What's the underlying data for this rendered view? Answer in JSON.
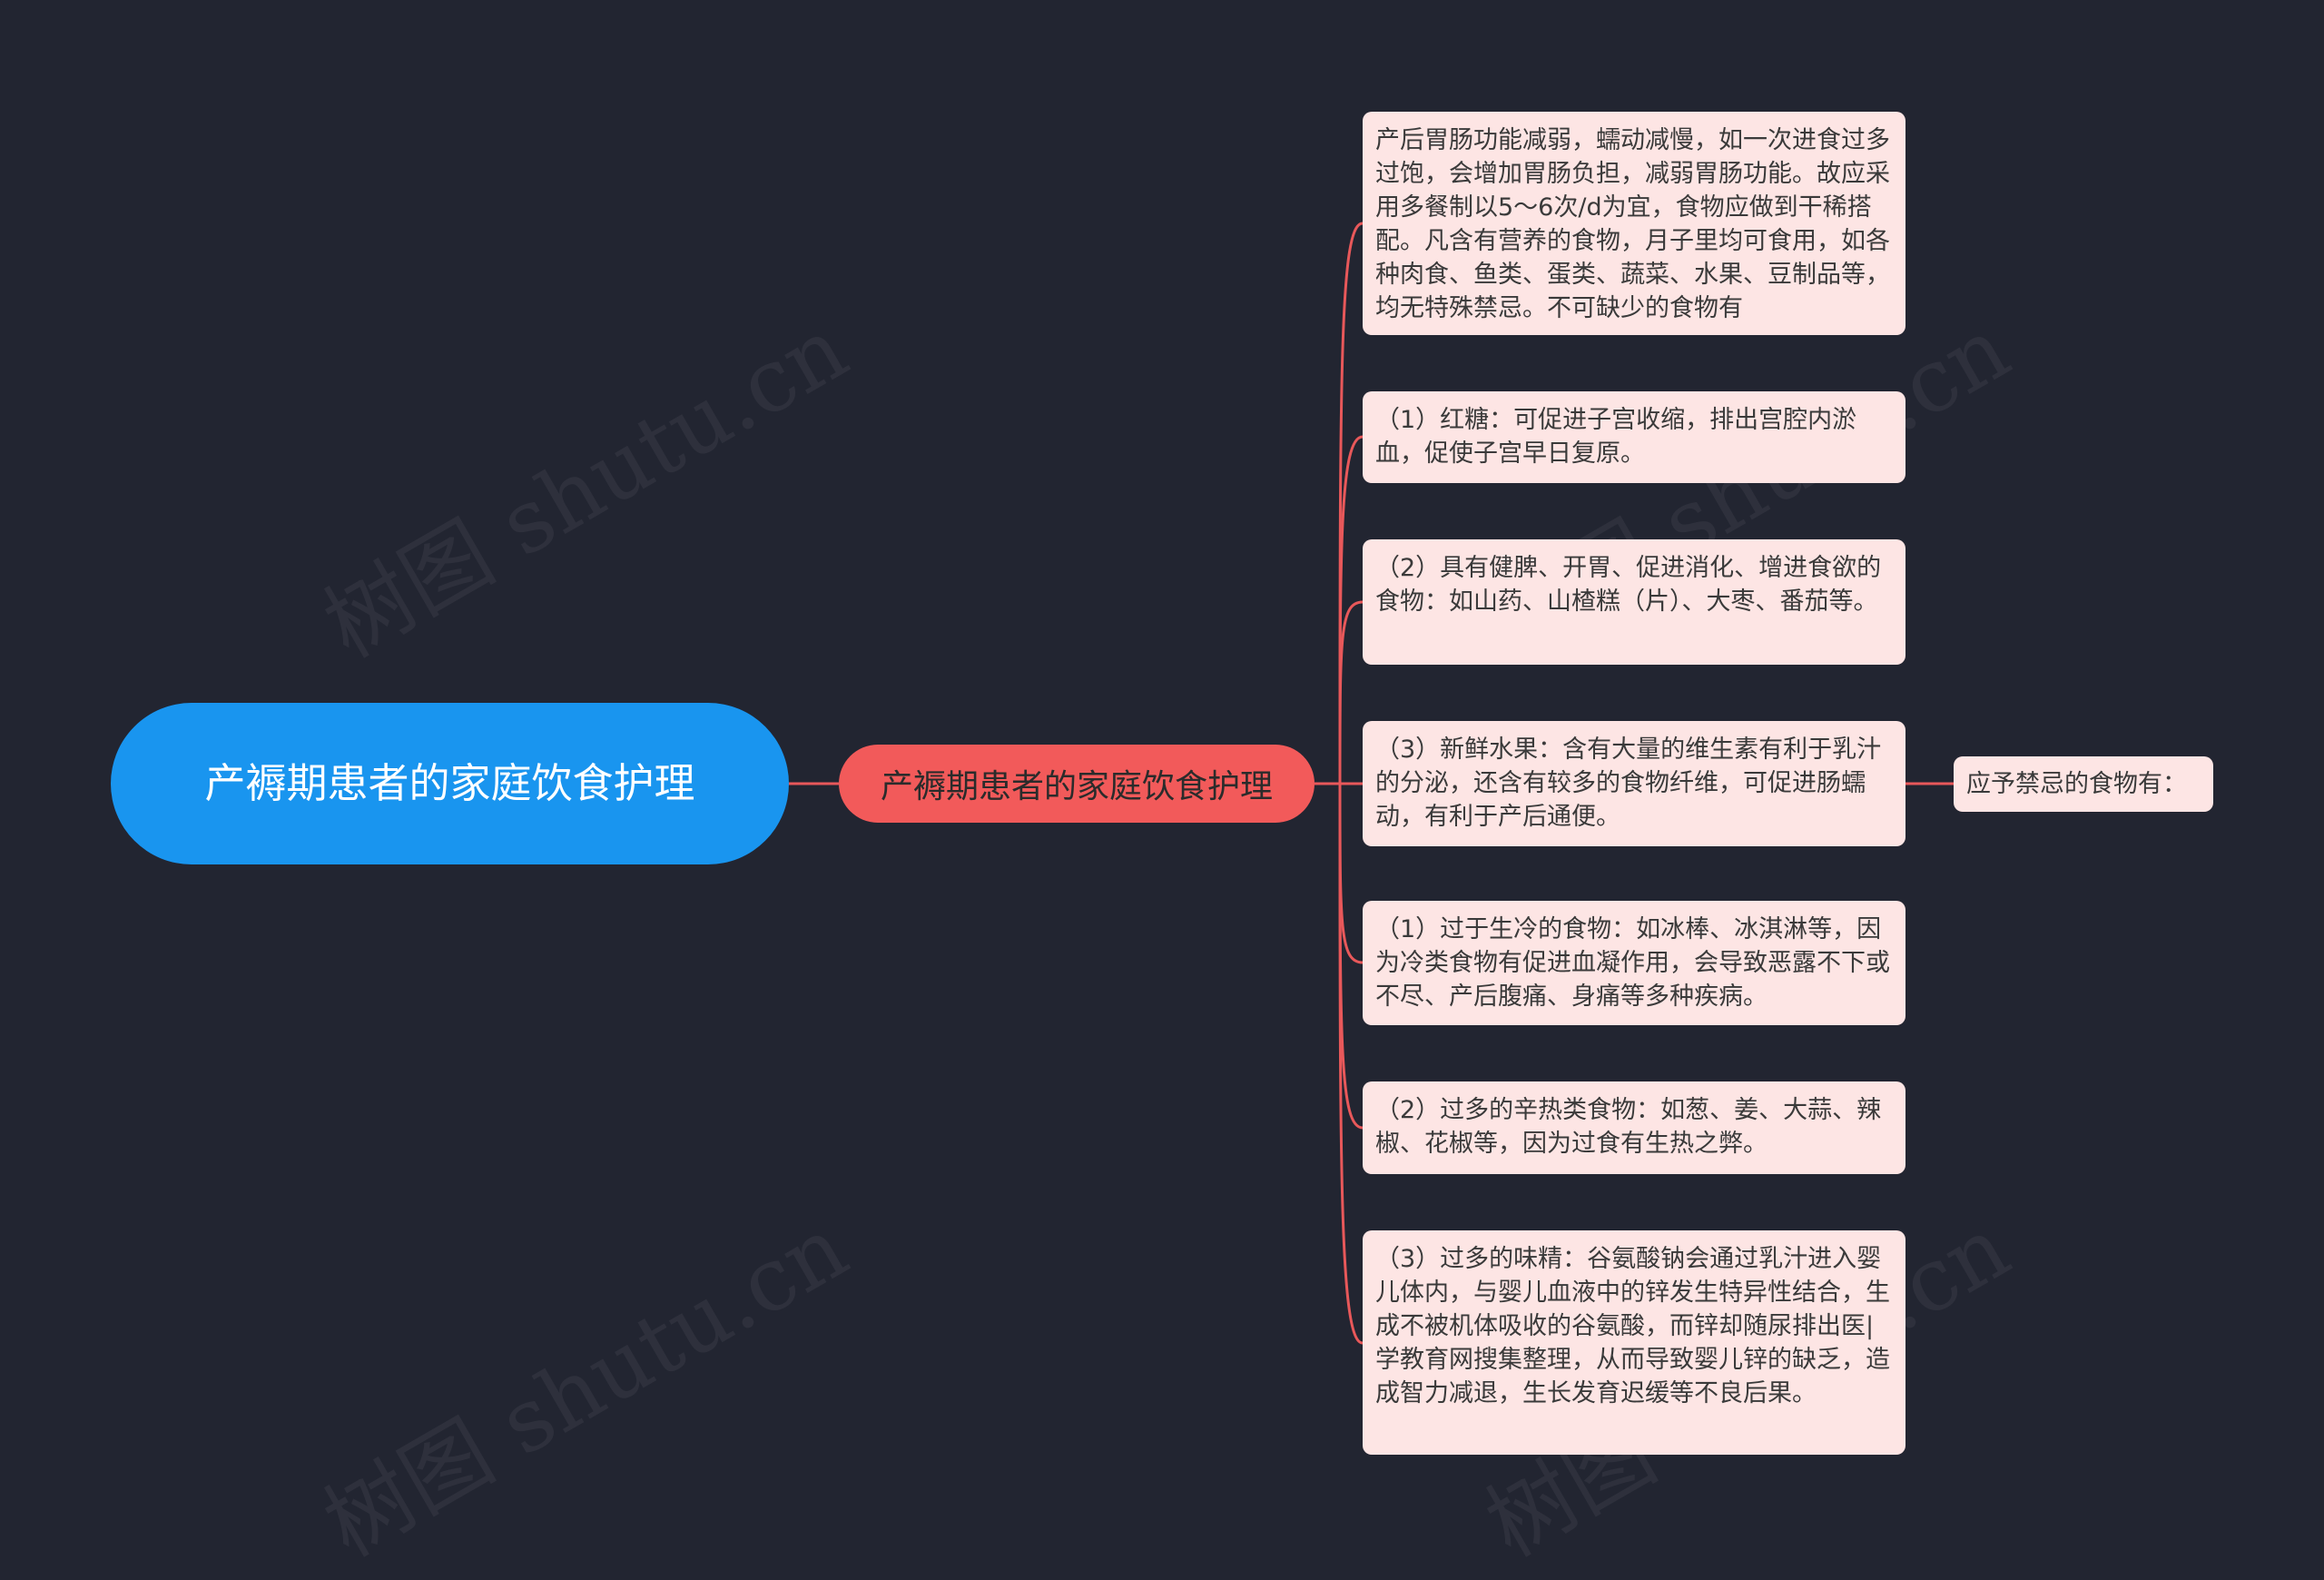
{
  "diagram": {
    "root": {
      "label": "产褥期患者的家庭饮食护理"
    },
    "hub": {
      "label": "产褥期患者的家庭饮食护理"
    },
    "items": [
      {
        "text": "产后胃肠功能减弱，蠕动减慢，如一次进食过多过饱，会增加胃肠负担，减弱胃肠功能。故应采用多餐制以5～6次/d为宜，食物应做到干稀搭配。凡含有营养的食物，月子里均可食用，如各种肉食、鱼类、蛋类、蔬菜、水果、豆制品等，均无特殊禁忌。不可缺少的食物有"
      },
      {
        "text": "（1）红糖：可促进子宫收缩，排出宫腔内淤血，促使子宫早日复原。"
      },
      {
        "text": "（2）具有健脾、开胃、促进消化、增进食欲的食物：如山药、山楂糕（片）、大枣、番茄等。"
      },
      {
        "text": "（3）新鲜水果：含有大量的维生素有利于乳汁的分泌，还含有较多的食物纤维，可促进肠蠕动，有利于产后通便。"
      },
      {
        "text": "（1）过于生冷的食物：如冰棒、冰淇淋等，因为冷类食物有促进血凝作用，会导致恶露不下或不尽、产后腹痛、身痛等多种疾病。"
      },
      {
        "text": "（2）过多的辛热类食物：如葱、姜、大蒜、辣椒、花椒等，因为过食有生热之弊。"
      },
      {
        "text": "（3）过多的味精：谷氨酸钠会通过乳汁进入婴儿体内，与婴儿血液中的锌发生特异性结合，生成不被机体吸收的谷氨酸，而锌却随尿排出医|学教育网搜集整理，从而导致婴儿锌的缺乏，造成智力减退，生长发育迟缓等不良后果。"
      }
    ],
    "side": {
      "label": "应予禁忌的食物有："
    }
  },
  "watermark": {
    "text": "树图 shutu.cn"
  },
  "colors": {
    "background": "#222531",
    "root": "#1995ef",
    "hub": "#f25a5a",
    "card": "#fde5e4",
    "line": "#e8585a"
  }
}
